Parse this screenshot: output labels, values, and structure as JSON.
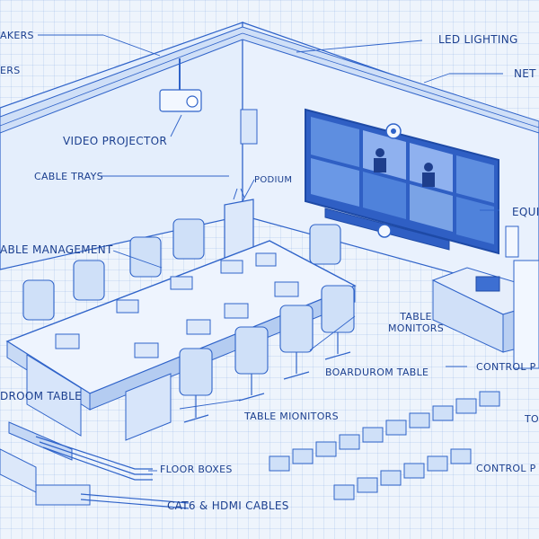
{
  "labels": {
    "speakers": "AKERS",
    "led_lighting": "LED LIGHTING",
    "speakers2": "ERS",
    "net": "NET",
    "video_projector": "VIDEO PROJECTOR",
    "cable_trays": "CABLE TRAYS",
    "podium": "PODIUM",
    "equip": "EQUI",
    "cable_management": "ABLE MANAGEMENT",
    "table_monitors_right": "TABLE\nMONITORS",
    "boardroom_table_right": "BOARDUROM TABLE",
    "control_right_1": "CONTROL P",
    "boardroom_table_left": "DROOM TABLE",
    "table_monitors_bottom": "TABLE MIONITORS",
    "to": "TO",
    "floor_boxes": "FLOOR BOXES",
    "control_right_2": "CONTROL P",
    "cables": "CAT6 & HDMI CABLES"
  },
  "colors": {
    "line": "#2f63c9",
    "line_light": "#7aa3e6",
    "fill_pale": "#dce8fa",
    "fill_mid": "#b9cff2",
    "screen": "#3d6fd2",
    "text": "#1b3f8f"
  }
}
